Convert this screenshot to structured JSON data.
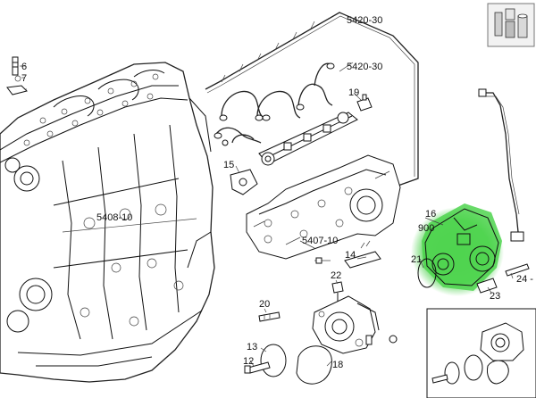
{
  "labels": {
    "l5420_30_top": "5420-30",
    "l5420_30_mid": "5420-30",
    "l6": "6",
    "l7": "7",
    "l19": "19",
    "l15": "15",
    "l5408_10": "5408-10",
    "l5407_10": "5407-10",
    "l16": "16",
    "l900": "900",
    "l21": "21",
    "l14": "14",
    "l22": "22",
    "l20": "20",
    "l23": "23",
    "l24": "24 -",
    "l12": "12",
    "l13": "13",
    "l18": "18"
  },
  "colors": {
    "highlight": "#4ed34e",
    "line": "#111111"
  },
  "icons": {
    "corner": "parts-kit-icon"
  }
}
